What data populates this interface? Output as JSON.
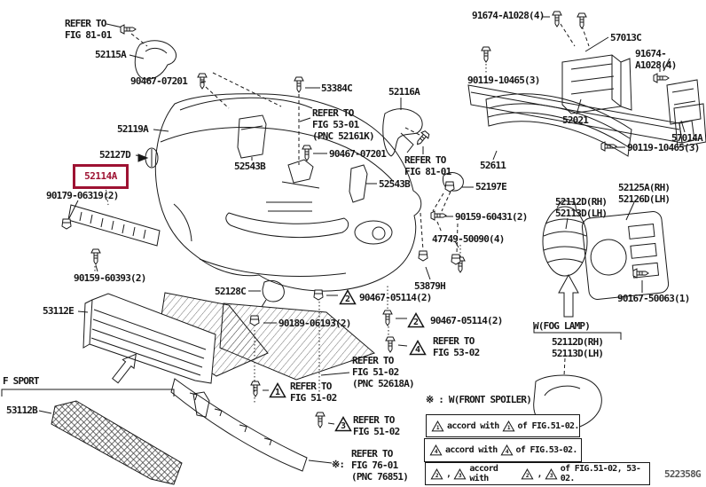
{
  "diagram": {
    "code": "522358G",
    "highlight_color": "#9e1232",
    "highlighted_part": "52114A"
  },
  "markers": {
    "t1": "1",
    "t2": "2",
    "t3": "3",
    "t4": "4"
  },
  "labels": {
    "refer_81_01": "REFER TO\nFIG 81-01",
    "n52115A": "52115A",
    "n90467_07201": "90467-07201",
    "n53384C": "53384C",
    "refer_53_01": "REFER TO\nFIG 53-01\n(PNC 52161K)",
    "n52116A": "52116A",
    "n91674": "91674-A1028(4)",
    "n57013C": "57013C",
    "n90119": "90119-10465(3)",
    "n52021": "52021",
    "n57014A": "57014A",
    "n52119A": "52119A",
    "n52127D": "52127D",
    "n52114A": "52114A",
    "n90179": "90179-06319(2)",
    "n52543B": "52543B",
    "n52611": "52611",
    "n52197E": "52197E",
    "n90159_60431": "90159-60431(2)",
    "n47749": "47749-50090(4)",
    "n52125": "52125A(RH)\n52126D(LH)",
    "n52112": "52112D(RH)\n52113D(LH)",
    "n53879H": "53879H",
    "n90467_05114": "90467-05114(2)",
    "refer_53_02": "REFER TO\nFIG 53-02",
    "n90189": "90189-06193(2)",
    "n52128C": "52128C",
    "n90159_60393": "90159-60393(2)",
    "n53112E": "53112E",
    "f_sport": "F SPORT",
    "n53112B": "53112B",
    "refer_51_02_pnc": "REFER TO\nFIG 51-02\n(PNC 52618A)",
    "refer_51_02": "REFER TO\nFIG 51-02",
    "refer_76_01": "REFER TO\nFIG 76-01\n(PNC 76851)",
    "asterisk_prefix": "※:",
    "n90167": "90167-50063(1)",
    "w_fog_lamp": "W(FOG LAMP)"
  },
  "legend": {
    "front_spoiler_note": "※ : W(FRONT SPOILER)",
    "rows": [
      {
        "tri_a": "1",
        "text_a": "accord with",
        "tri_b": "1",
        "text_b": "of FIG.51-02."
      },
      {
        "tri_a": "4",
        "text_a": "accord with",
        "tri_b": "4",
        "text_b": "of FIG.53-02."
      },
      {
        "tri_a": "2",
        "sep_a": ",",
        "tri_a2": "3",
        "text_a": "accord with",
        "tri_b": "2",
        "sep_b": ",",
        "tri_b2": "3",
        "text_b": "of FIG.51-02, 53-02."
      }
    ]
  }
}
